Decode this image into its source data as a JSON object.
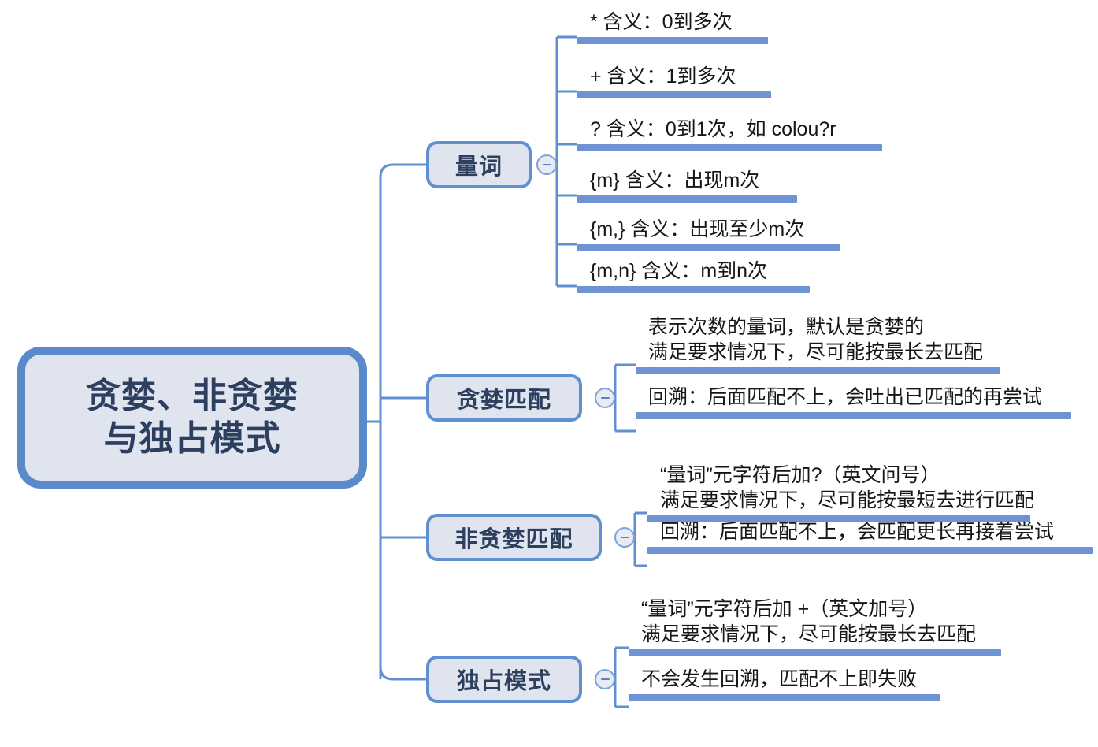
{
  "diagram": {
    "type": "mind-map",
    "title": "贪婪、非贪婪与独占模式",
    "colors": {
      "root_border": "#5b8ac9",
      "root_fill": "#dfe4ee",
      "branch_border": "#6190d0",
      "branch_fill": "#dfe4ee",
      "leaf_bar": "#6f93d2",
      "connector": "#6190d0",
      "node_text": "#2c3f5e",
      "leaf_text": "#161616",
      "background": "#ffffff"
    }
  },
  "root": {
    "label": "贪婪、非贪婪\n与独占模式"
  },
  "toggle": {
    "icon": "minus-circle-icon",
    "state": "expanded"
  },
  "branches": [
    {
      "id": "quantifiers",
      "label": "量词",
      "leaves": [
        {
          "text": "* 含义：0到多次"
        },
        {
          "text": "+ 含义：1到多次"
        },
        {
          "text": "? 含义：0到1次，如 colou?r"
        },
        {
          "text": "{m} 含义：出现m次"
        },
        {
          "text": "{m,} 含义：出现至少m次"
        },
        {
          "text": "{m,n} 含义：m到n次"
        }
      ]
    },
    {
      "id": "greedy-match",
      "label": "贪婪匹配",
      "leaves": [
        {
          "text": "表示次数的量词，默认是贪婪的\n满足要求情况下，尽可能按最长去匹配"
        },
        {
          "text": "回溯：后面匹配不上，会吐出已匹配的再尝试"
        }
      ]
    },
    {
      "id": "lazy-match",
      "label": "非贪婪匹配",
      "leaves": [
        {
          "text": "“量词”元字符后加?（英文问号）\n满足要求情况下，尽可能按最短去进行匹配"
        },
        {
          "text": "回溯：后面匹配不上，会匹配更长再接着尝试"
        }
      ]
    },
    {
      "id": "possessive-mode",
      "label": "独占模式",
      "leaves": [
        {
          "text": "“量词”元字符后加 +（英文加号）\n满足要求情况下，尽可能按最长去匹配"
        },
        {
          "text": "不会发生回溯，匹配不上即失败"
        }
      ]
    }
  ]
}
